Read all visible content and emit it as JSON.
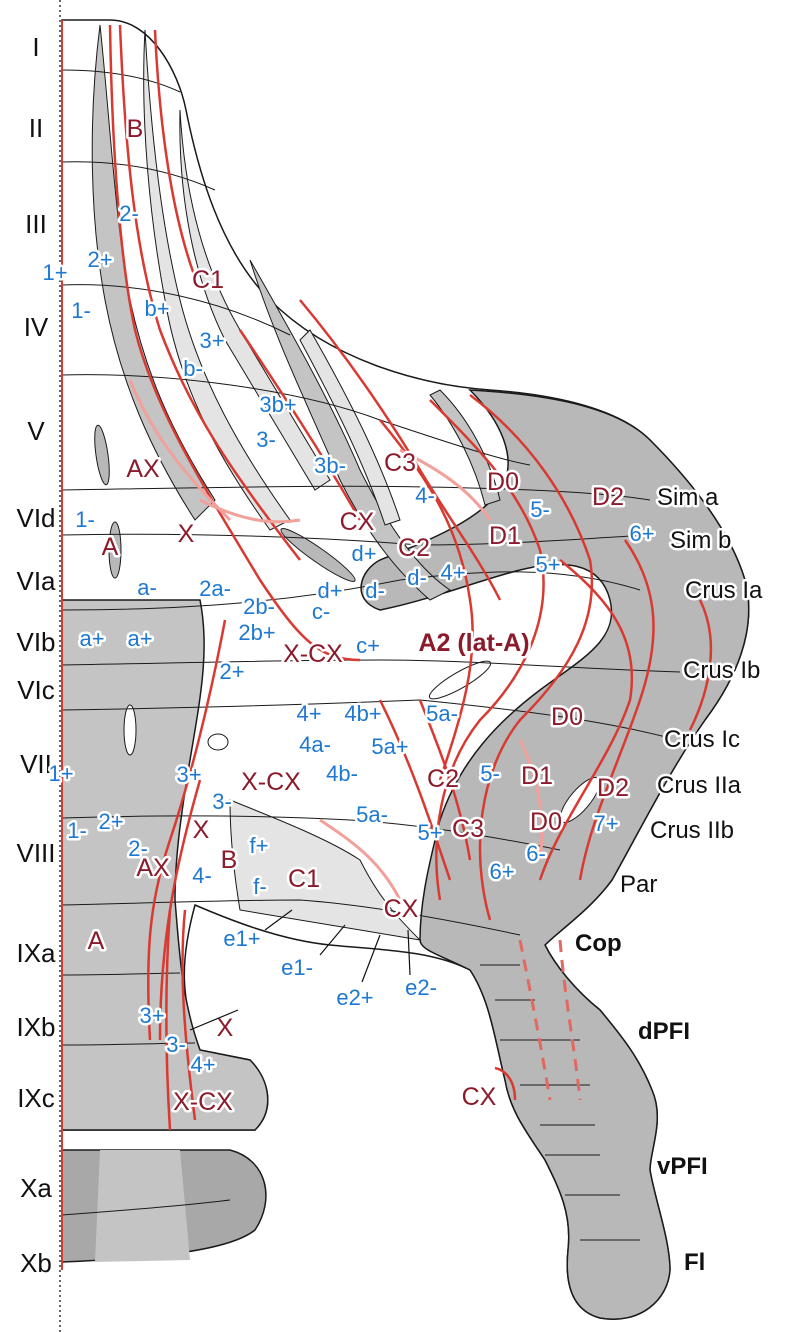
{
  "colors": {
    "background": "#ffffff",
    "gray_dark": "#b8b8b8",
    "gray_mid": "#c9c9c9",
    "gray_light": "#e4e4e4",
    "outline": "#1a1a1a",
    "red_line": "#d83a32",
    "pink_line": "#f2a09a",
    "zone_text": "#8b1a2b",
    "stripe_text": "#1e78d2"
  },
  "lobule_labels": [
    "I",
    "II",
    "III",
    "IV",
    "V",
    "VId",
    "VIa",
    "VIb",
    "VIc",
    "VII",
    "VIII",
    "IXa",
    "IXb",
    "IXc",
    "Xa",
    "Xb"
  ],
  "region_labels": [
    "Sim a",
    "Sim b",
    "Crus Ia",
    "Crus Ib",
    "Crus Ic",
    "Crus IIa",
    "Crus IIb",
    "Par"
  ],
  "region_labels_bold": [
    "Cop",
    "dPFI",
    "vPFI",
    "Fl"
  ],
  "zone_labels": [
    "B",
    "C1",
    "AX",
    "X",
    "A",
    "C3",
    "D0",
    "D2",
    "CX",
    "C2",
    "D1",
    "X-CX",
    "D0",
    "C2",
    "D1",
    "D2",
    "C3",
    "D0",
    "X-CX",
    "X",
    "AX",
    "B",
    "C1",
    "CX",
    "A",
    "X",
    "X-CX",
    "CX"
  ],
  "zone_label_bold": "A2 (lat-A)",
  "stripe_labels": [
    "2-",
    "2+",
    "1+",
    "1-",
    "b+",
    "3+",
    "b-",
    "3b+",
    "3-",
    "3b-",
    "4-",
    "5-",
    "6+",
    "1-",
    "d+",
    "d+",
    "d-",
    "d-",
    "4+",
    "5+",
    "a-",
    "2a-",
    "2b-",
    "c-",
    "a+",
    "a+",
    "2b+",
    "c+",
    "2+",
    "4+",
    "4b+",
    "5a-",
    "4a-",
    "5a+",
    "1+",
    "3+",
    "4b-",
    "5-",
    "3-",
    "2+",
    "5a-",
    "5+",
    "7+",
    "1-",
    "2-",
    "f+",
    "6-",
    "4-",
    "f-",
    "6+",
    "e1+",
    "e1-",
    "e2+",
    "e2-",
    "3+",
    "3-",
    "4+"
  ]
}
